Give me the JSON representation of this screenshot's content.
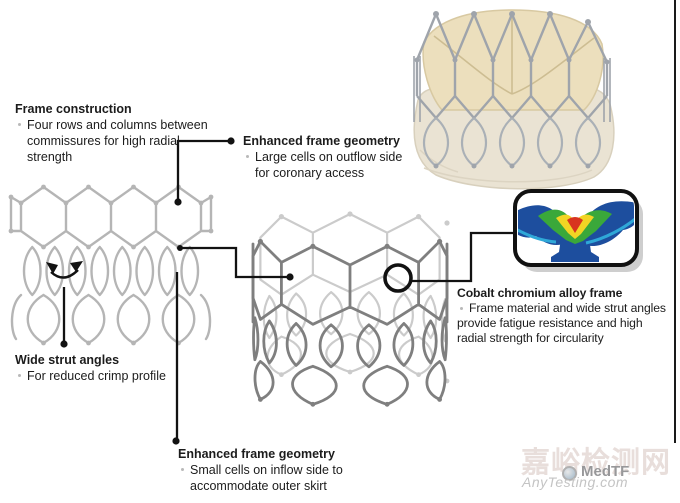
{
  "annotations": {
    "frame_construction": {
      "title": "Frame construction",
      "lines": [
        "Four rows and columns between",
        "commissures for high radial",
        "strength"
      ]
    },
    "enhanced_outflow": {
      "title": "Enhanced frame geometry",
      "lines": [
        "Large cells on outflow side",
        "for coronary access"
      ]
    },
    "cobalt_frame": {
      "title": "Cobalt chromium alloy frame",
      "lines": [
        "Frame material and wide strut angles",
        "provide fatigue resistance and high",
        "radial strength for circularity"
      ]
    },
    "wide_strut": {
      "title": "Wide strut angles",
      "lines": [
        "For reduced crimp profile"
      ]
    },
    "enhanced_inflow": {
      "title": "Enhanced frame geometry",
      "lines": [
        "Small cells on inflow side to",
        "accommodate outer skirt"
      ]
    }
  },
  "watermark": {
    "site_cn": "嘉峪检测网",
    "brand": "MedTF",
    "site_en": "AnyTesting.com"
  },
  "colors": {
    "text": "#1c1c1c",
    "connector": "#121212",
    "mesh_gray": "#b5b5b5",
    "stent_front": "#7f7f7f",
    "stent_back": "#cbcbcb",
    "valve_frame": "#9fa4ab",
    "valve_frame_back": "#ccd1d6",
    "valve_leaflet": "#ecdfbd",
    "valve_skirt": "#eae3d3",
    "fea_blue": "#1d4e9e",
    "fea_cyan": "#2fa8d8",
    "fea_green": "#3aa83a",
    "fea_yellow": "#f2d524",
    "fea_red": "#d8341f",
    "watermark_cn": "#d5c2be",
    "watermark_gray": "#98989a",
    "watermark_light": "#c4c4c4"
  }
}
